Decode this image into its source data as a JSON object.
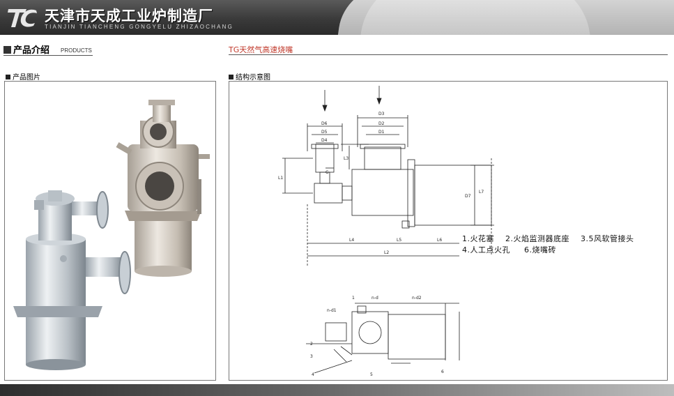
{
  "header": {
    "company_cn": "天津市天成工业炉制造厂",
    "company_en": "TIANJIN TIANCHENG GONGYELU ZHIZAOCHANG"
  },
  "section": {
    "title": "产品介绍",
    "subtitle": "PRODUCTS"
  },
  "product": {
    "title": "TG天然气高速烧嘴"
  },
  "panels": {
    "photo_label": "产品图片",
    "diagram_label": "结构示意图"
  },
  "diagram": {
    "dim_labels": [
      "D6",
      "D5",
      "D4",
      "D3",
      "D2",
      "D1",
      "G",
      "L1",
      "L3",
      "D7",
      "L7",
      "L4",
      "L5",
      "L6",
      "L2"
    ],
    "legend_line1": [
      "1.火花塞",
      "2.火焰监测器底座",
      "3.5风软管接头"
    ],
    "legend_line2": [
      "4.人工点火孔",
      "6.烧嘴砖"
    ],
    "bottom_numbers": [
      "1",
      "2",
      "3",
      "4",
      "5",
      "6"
    ],
    "bottom_texts": [
      "n-d",
      "n-d1",
      "n-d2"
    ]
  },
  "colors": {
    "header_dark": "#3a3a3a",
    "accent_red": "#c0392b"
  }
}
